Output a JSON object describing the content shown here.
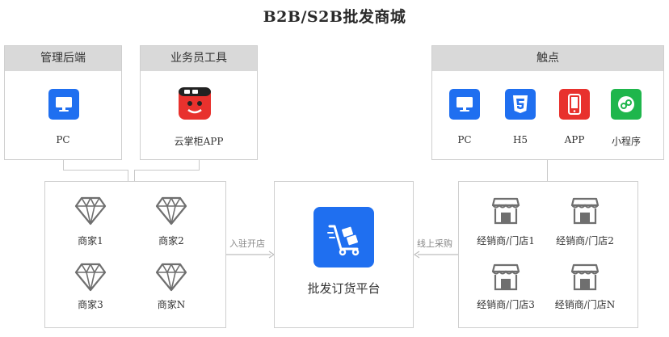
{
  "title": "B2B/S2B批发商城",
  "colors": {
    "blue": "#1f6ff0",
    "red": "#e8312d",
    "green": "#1fb64c",
    "header_gray": "#d9d9d9",
    "border_gray": "#cfcfcf",
    "icon_gray": "#6f6f6f"
  },
  "admin_panel": {
    "header": "管理后端",
    "items": [
      {
        "label": "PC",
        "icon": "monitor-icon"
      }
    ]
  },
  "sales_panel": {
    "header": "业务员工具",
    "items": [
      {
        "label": "云掌柜APP",
        "icon": "app-logo-icon"
      }
    ]
  },
  "touchpoints_panel": {
    "header": "触点",
    "items": [
      {
        "label": "PC",
        "icon": "monitor-icon"
      },
      {
        "label": "H5",
        "icon": "html5-icon"
      },
      {
        "label": "APP",
        "icon": "phone-icon"
      },
      {
        "label": "小程序",
        "icon": "mini-program-icon"
      }
    ]
  },
  "merchants_box": {
    "items": [
      {
        "label": "商家1",
        "icon": "diamond-icon"
      },
      {
        "label": "商家2",
        "icon": "diamond-icon"
      },
      {
        "label": "商家3",
        "icon": "diamond-icon"
      },
      {
        "label": "商家N",
        "icon": "diamond-icon"
      }
    ]
  },
  "platform_box": {
    "label": "批发订货平台",
    "icon": "cart-icon"
  },
  "stores_box": {
    "items": [
      {
        "label": "经销商/门店1",
        "icon": "store-icon"
      },
      {
        "label": "经销商/门店2",
        "icon": "store-icon"
      },
      {
        "label": "经销商/门店3",
        "icon": "store-icon"
      },
      {
        "label": "经销商/门店N",
        "icon": "store-icon"
      }
    ]
  },
  "arrows": {
    "left": "入驻开店",
    "right": "线上采购"
  }
}
